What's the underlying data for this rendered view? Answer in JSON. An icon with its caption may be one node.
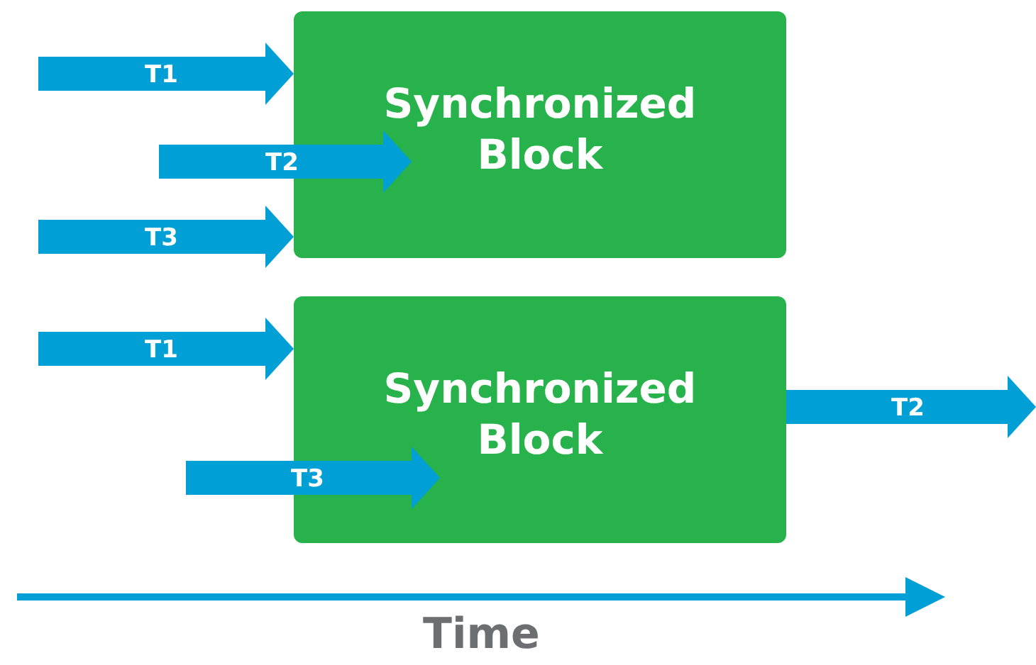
{
  "diagram": {
    "nodes": [
      {
        "text": [
          "Synchronized Block"
        ]
      },
      {
        "text": [
          "Synchronized Block"
        ]
      }
    ],
    "edges": [
      {
        "from": null,
        "to": 0,
        "arrow": "to",
        "label": "T1"
      },
      {
        "from": null,
        "to": 0,
        "arrow": "to",
        "label": "T2"
      },
      {
        "from": null,
        "to": 0,
        "arrow": "to",
        "label": "T3"
      },
      {
        "from": null,
        "to": 1,
        "arrow": "to",
        "label": "T1"
      },
      {
        "from": null,
        "to": 1,
        "arrow": "to",
        "label": "T3"
      },
      {
        "from": 1,
        "to": null,
        "arrow": "to",
        "label": "T2"
      }
    ],
    "labels": [
      "Time"
    ]
  }
}
